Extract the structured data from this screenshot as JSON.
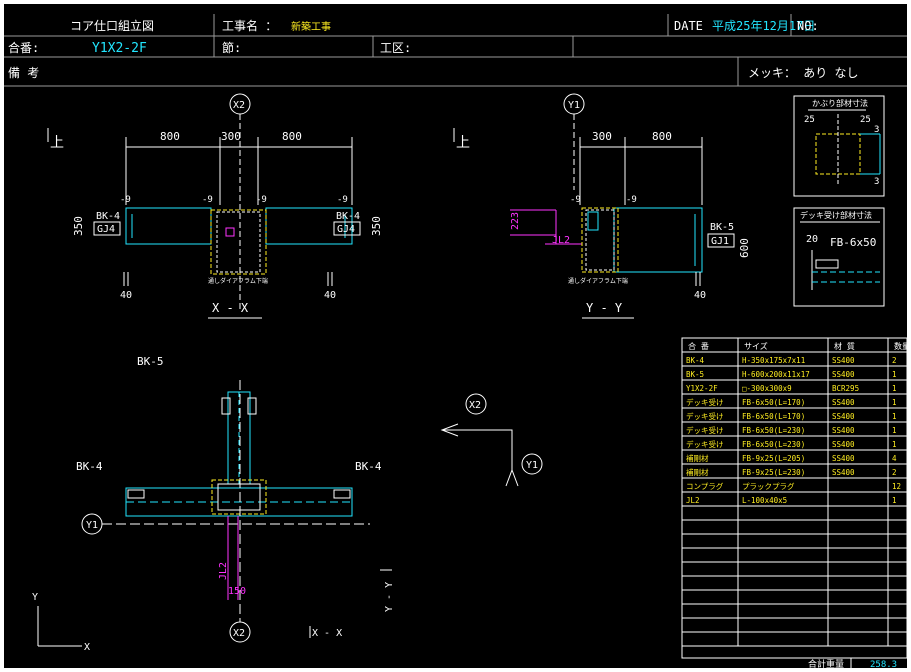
{
  "title_block": {
    "drawing_name": "コア仕口組立図",
    "project_label": "工事名 ：",
    "project_value": "新築工事",
    "date_label": "DATE",
    "date_value": "平成25年12月17日",
    "no_label": "NO:",
    "mark_label": "合番:",
    "mark_value": "Y1X2-2F",
    "section_label": "節:",
    "zone_label": "工区:",
    "remarks_label": "備 考",
    "plating_label": "メッキ： あり なし"
  },
  "view_xx": {
    "grid": "X2",
    "up": "上",
    "dim_left": "800",
    "dim_mid": "300",
    "dim_right": "800",
    "left_ref": "-9",
    "left_mid_ref": "-9",
    "right_mid_ref": "-9",
    "right_ref": "-9",
    "beam_left": "BK-4",
    "joint_left": "GJ4",
    "beam_right": "BK-4",
    "joint_right": "GJ4",
    "height_left": "350",
    "height_right": "350",
    "bottom_left": "40",
    "bottom_right": "40",
    "diaphragm_note": "通しダイアフラム下端",
    "section_name": "X - X"
  },
  "view_yy": {
    "grid": "Y1",
    "up": "上",
    "dim_mid": "300",
    "dim_right": "800",
    "left_ref": "-9",
    "right_ref": "-9",
    "magenta_dim": "223",
    "joint_member": "JL2",
    "beam": "BK-5",
    "joint": "GJ1",
    "height": "600",
    "bottom": "40",
    "diaphragm_note": "通しダイアフラム下端",
    "section_name": "Y - Y"
  },
  "detail_top": {
    "title": "かぶり部材寸法",
    "dim_a": "25",
    "dim_b": "25",
    "dim_c": "3",
    "dim_d": "3"
  },
  "detail_bottom": {
    "title": "デッキ受け部材寸法",
    "dim": "20",
    "member": "FB-6x50"
  },
  "plan": {
    "beam_top": "BK-5",
    "beam_left": "BK-4",
    "beam_right": "BK-4",
    "grid_y": "Y1",
    "grid_x": "X2",
    "member_vertical": "JL2",
    "dim_150": "150",
    "section_xx": "X - X",
    "section_yy": "Y - Y",
    "axis_y": "Y",
    "axis_x": "X",
    "key_x": "X2",
    "key_y": "Y1"
  },
  "parts_table": {
    "headers": [
      "合 番",
      "サイズ",
      "材 質",
      "数量"
    ],
    "rows": [
      [
        "BK-4",
        "H-350x175x7x11",
        "SS400",
        "2"
      ],
      [
        "BK-5",
        "H-600x200x11x17",
        "SS400",
        "1"
      ],
      [
        "Y1X2-2F",
        "□-300x300x9",
        "BCR295",
        "1"
      ],
      [
        "デッキ受け",
        "FB-6x50(L=170)",
        "SS400",
        "1"
      ],
      [
        "デッキ受け",
        "FB-6x50(L=170)",
        "SS400",
        "1"
      ],
      [
        "デッキ受け",
        "FB-6x50(L=230)",
        "SS400",
        "1"
      ],
      [
        "デッキ受け",
        "FB-6x50(L=230)",
        "SS400",
        "1"
      ],
      [
        "補剛材",
        "FB-9x25(L=205)",
        "SS400",
        "4"
      ],
      [
        "補剛材",
        "FB-9x25(L=230)",
        "SS400",
        "2"
      ],
      [
        "コンプラグ",
        "プラックプラグ",
        "",
        "12"
      ],
      [
        "JL2",
        "L-100x40x5",
        "",
        "1"
      ]
    ],
    "empty_rows": 10,
    "total_label": "合計重量",
    "total_value": "258.3"
  }
}
